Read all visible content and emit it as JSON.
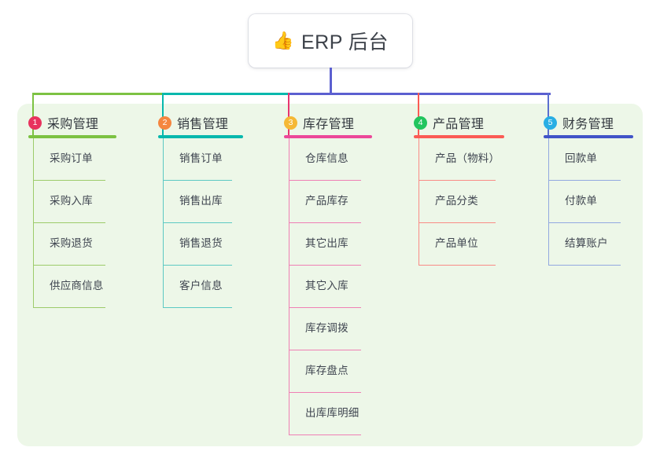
{
  "root": {
    "icon": "thumbs-up-icon",
    "icon_glyph": "👍",
    "title": "ERP 后台"
  },
  "palette": {
    "panel_bg": "#edf7e8",
    "page_bg": "#ffffff",
    "stem": "#5b5fd0",
    "bus_left": "#7cc242",
    "bus_mid": "#07b8ad",
    "bus_right": "#5b5fd0",
    "text": "#3c4149"
  },
  "columns": [
    {
      "number": "1",
      "title": "采购管理",
      "badge_color": "#e8335e",
      "rule_color": "#7cc242",
      "line_color": "#9ccb6a",
      "drop_color": "#7cc242",
      "items": [
        "采购订单",
        "采购入库",
        "采购退货",
        "供应商信息"
      ]
    },
    {
      "number": "2",
      "title": "销售管理",
      "badge_color": "#f5863f",
      "rule_color": "#07b8ad",
      "line_color": "#5cc9c3",
      "drop_color": "#07b8ad",
      "items": [
        "销售订单",
        "销售出库",
        "销售退货",
        "客户信息"
      ]
    },
    {
      "number": "3",
      "title": "库存管理",
      "badge_color": "#f5b836",
      "rule_color": "#ec4899",
      "line_color": "#ef7fb4",
      "drop_color": "#e8356f",
      "items": [
        "仓库信息",
        "产品库存",
        "其它出库",
        "其它入库",
        "库存调拨",
        "库存盘点",
        "出库库明细"
      ]
    },
    {
      "number": "4",
      "title": "产品管理",
      "badge_color": "#22c55e",
      "rule_color": "#fb5b55",
      "line_color": "#f98b86",
      "drop_color": "#fb5b55",
      "items": [
        "产品（物料）",
        "产品分类",
        "产品单位"
      ]
    },
    {
      "number": "5",
      "title": "财务管理",
      "badge_color": "#29aee4",
      "rule_color": "#4154c8",
      "line_color": "#92a8e0",
      "drop_color": "#5b6fd0",
      "items": [
        "回款单",
        "付款单",
        "结算账户"
      ]
    }
  ]
}
